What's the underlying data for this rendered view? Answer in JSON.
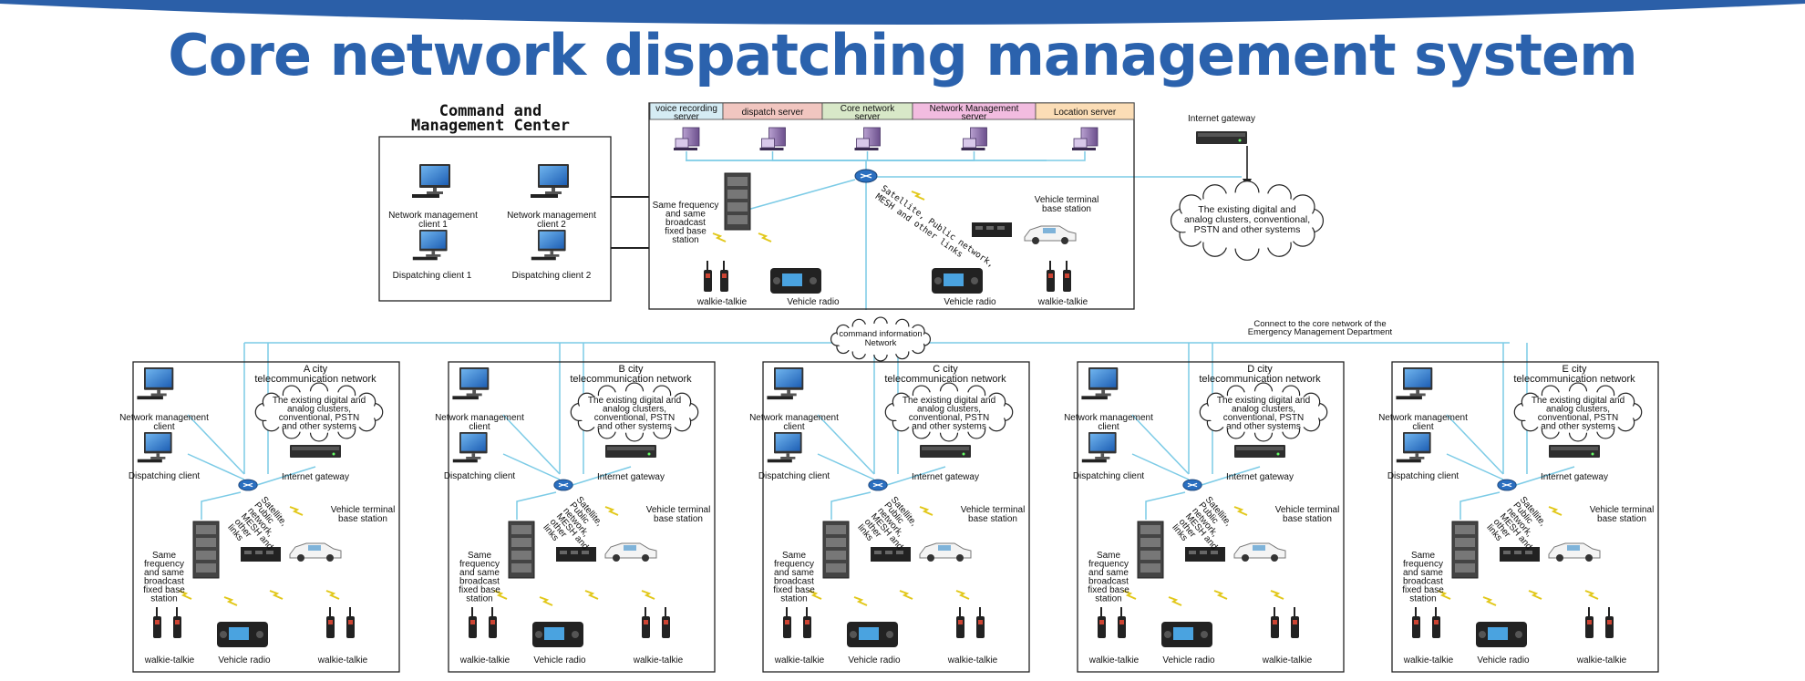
{
  "title": "Core network dispatching management system",
  "colors": {
    "banner": "#2b5fa8",
    "title": "#2b62ad",
    "line": "#7ccbe6"
  },
  "command_center": {
    "heading_line1": "Command and",
    "heading_line2": "Management Center",
    "clients": [
      {
        "line1": "Network management",
        "line2": "client 1"
      },
      {
        "line1": "Network management",
        "line2": "client 2"
      },
      {
        "line1": "Dispatching client 1",
        "line2": ""
      },
      {
        "line1": "Dispatching client 2",
        "line2": ""
      }
    ]
  },
  "core": {
    "servers": [
      {
        "line1": "voice recording",
        "line2": "server",
        "color": "#d5ecf4"
      },
      {
        "line1": "dispatch server",
        "line2": "",
        "color": "#f1c6c0"
      },
      {
        "line1": "Core network",
        "line2": "server",
        "color": "#d8e8c8"
      },
      {
        "line1": "Network Management",
        "line2": "server",
        "color": "#f2bce0"
      },
      {
        "line1": "Location server",
        "line2": "",
        "color": "#fbddb6"
      }
    ],
    "base_station": [
      "Same frequency",
      "and same",
      "broadcast",
      "fixed base",
      "station"
    ],
    "link_label": [
      "Satellite, Public network,",
      "MESH and other links"
    ],
    "vehicle_terminal": [
      "Vehicle terminal",
      "base station"
    ],
    "walkie_left": "walkie-talkie",
    "vehicle_radio_left": "Vehicle radio",
    "vehicle_radio_right": "Vehicle radio",
    "walkie_right": "walkie-talkie"
  },
  "internet_gateway": "Internet gateway",
  "cloud_main": [
    "The existing digital and",
    "analog clusters, conventional,",
    "PSTN and other systems"
  ],
  "command_network": [
    "command information",
    "Network"
  ],
  "connect_label": [
    "Connect to the core network of the",
    "Emergency Management Department"
  ],
  "city_common": {
    "network_client": [
      "Network management",
      "client"
    ],
    "dispatching_client": "Dispatching client",
    "cloud": [
      "The existing digital and",
      "analog clusters,",
      "conventional, PSTN",
      "and other systems"
    ],
    "internet_gateway": "Internet gateway",
    "link": [
      "Satellite,",
      "Public",
      "network,",
      "MESH and",
      "other",
      "links"
    ],
    "vehicle_terminal": [
      "Vehicle terminal",
      "base station"
    ],
    "base_station": [
      "Same",
      "frequency",
      "and same",
      "broadcast",
      "fixed base",
      "station"
    ],
    "walkie_left": "walkie-talkie",
    "vehicle_radio": "Vehicle radio",
    "walkie_right": "walkie-talkie"
  },
  "cities": [
    {
      "name": "A city",
      "subtitle": "telecommunication network"
    },
    {
      "name": "B city",
      "subtitle": "telecommunication network"
    },
    {
      "name": "C city",
      "subtitle": "telecommunication network"
    },
    {
      "name": "D city",
      "subtitle": "telecommunication network"
    },
    {
      "name": "E city",
      "subtitle": "telecommunication network"
    }
  ]
}
